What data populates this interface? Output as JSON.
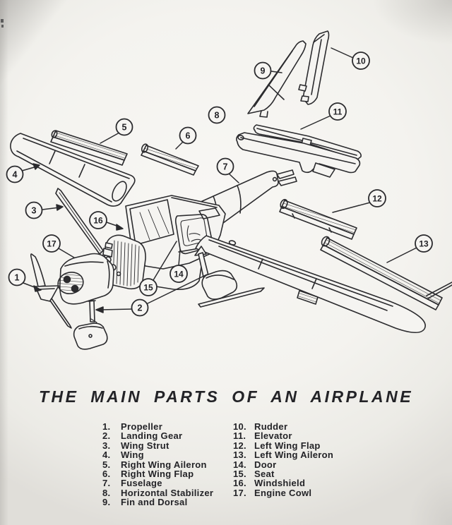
{
  "colors": {
    "ink": "#2b2b2e",
    "paper": "#f5f4f1",
    "text": "#232327"
  },
  "figure": {
    "title": "THE MAIN PARTS OF AN AIRPLANE",
    "callouts": [
      "1",
      "2",
      "3",
      "4",
      "5",
      "6",
      "7",
      "8",
      "9",
      "10",
      "11",
      "12",
      "13",
      "14",
      "15",
      "16",
      "17"
    ],
    "legend": {
      "left": [
        {
          "num": "1.",
          "label": "Propeller"
        },
        {
          "num": "2.",
          "label": "Landing Gear"
        },
        {
          "num": "3.",
          "label": "Wing Strut"
        },
        {
          "num": "4.",
          "label": "Wing"
        },
        {
          "num": "5.",
          "label": "Right Wing Aileron"
        },
        {
          "num": "6.",
          "label": "Right Wing Flap"
        },
        {
          "num": "7.",
          "label": "Fuselage"
        },
        {
          "num": "8.",
          "label": "Horizontal Stabilizer"
        },
        {
          "num": "9.",
          "label": "Fin and Dorsal"
        }
      ],
      "right": [
        {
          "num": "10.",
          "label": "Rudder"
        },
        {
          "num": "11.",
          "label": "Elevator"
        },
        {
          "num": "12.",
          "label": "Left Wing Flap"
        },
        {
          "num": "13.",
          "label": "Left Wing Aileron"
        },
        {
          "num": "14.",
          "label": "Door"
        },
        {
          "num": "15.",
          "label": "Seat"
        },
        {
          "num": "16.",
          "label": "Windshield"
        },
        {
          "num": "17.",
          "label": "Engine Cowl"
        }
      ]
    }
  }
}
